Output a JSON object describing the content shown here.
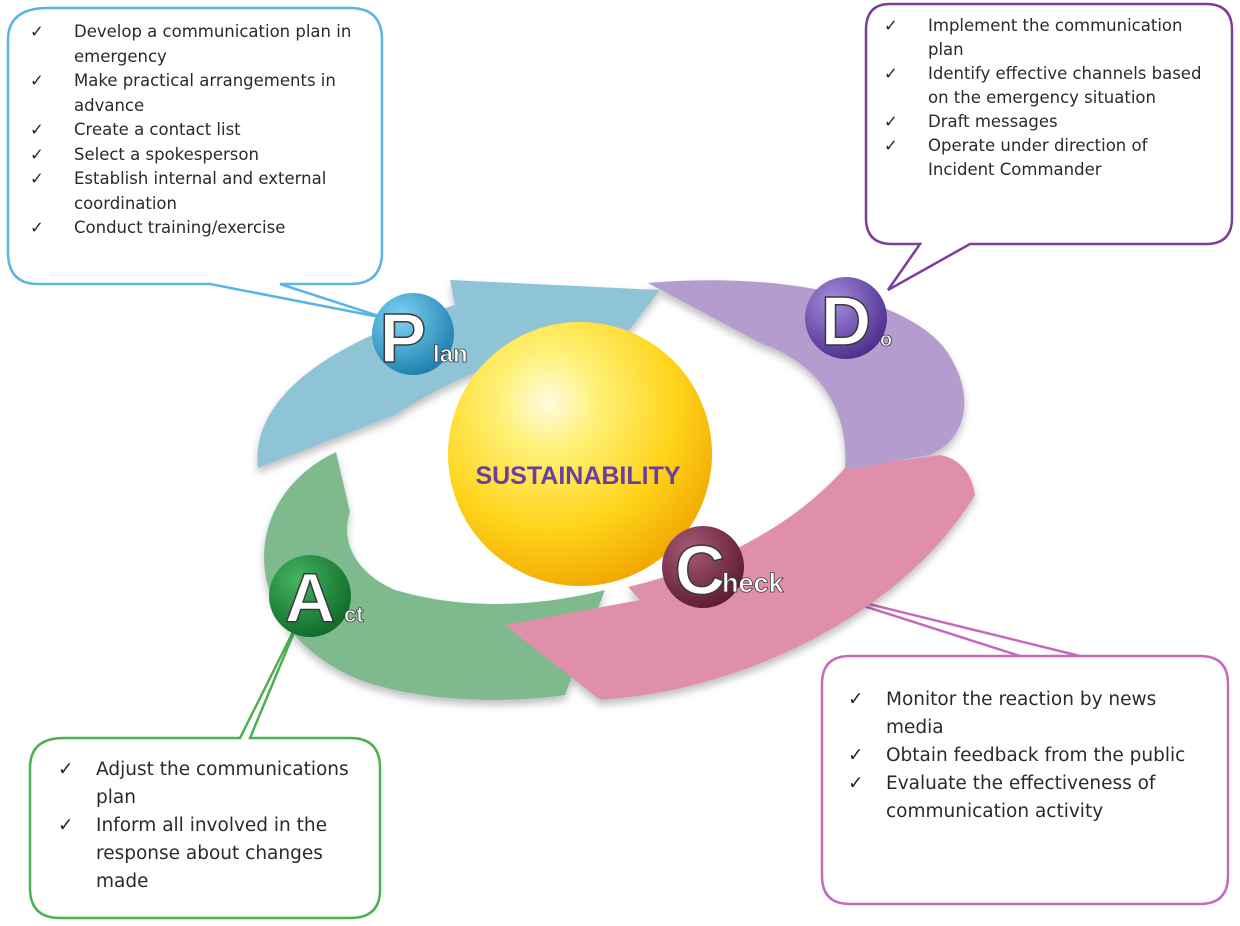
{
  "center": {
    "label": "SUSTAINABILITY"
  },
  "stages": {
    "plan": {
      "initial": "P",
      "rest": "lan"
    },
    "do": {
      "initial": "D",
      "rest": "o"
    },
    "check": {
      "initial": "C",
      "rest": "heck"
    },
    "act": {
      "initial": "A",
      "rest": "ct"
    }
  },
  "callouts": {
    "tick": "✓",
    "plan": [
      "Develop a communication plan in emergency",
      "Make practical arrangements in advance",
      "Create a contact list",
      "Select a spokesperson",
      "Establish internal and external coordination",
      "Conduct training/exercise"
    ],
    "do": [
      "Implement the communication plan",
      "Identify effective channels based on the emergency situation",
      "Draft messages",
      "Operate under direction of Incident Commander"
    ],
    "check": [
      "Monitor the reaction by news media",
      "Obtain feedback from the public",
      "Evaluate the effectiveness of communication activity"
    ],
    "act": [
      "Adjust the communications plan",
      "Inform all involved in the response about changes made"
    ]
  },
  "colors": {
    "plan": "#8fc3d6",
    "do": "#b49ccf",
    "check": "#df8faa",
    "act": "#7fba8f",
    "plan_border": "#5cb4e4",
    "do_border": "#7b3f9b",
    "check_border": "#c46aba",
    "act_border": "#4caf50",
    "center_text": "#6a3fa0"
  }
}
